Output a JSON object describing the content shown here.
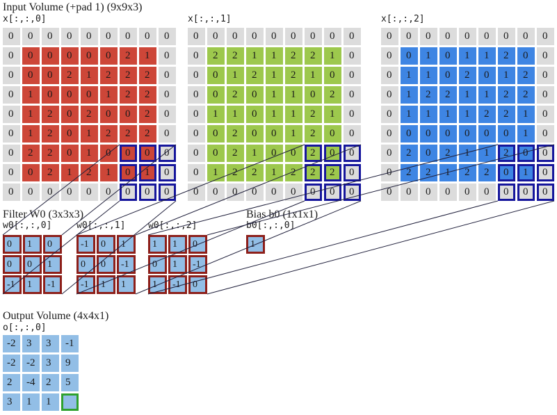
{
  "input": {
    "title": "Input Volume (+pad 1) (9x9x3)",
    "highlight": {
      "rows": [
        6,
        7,
        8
      ],
      "cols": [
        6,
        7,
        8
      ]
    },
    "channels": [
      {
        "label": "x[:,:,0]",
        "color": "#cd4638",
        "rows": [
          [
            0,
            0,
            0,
            0,
            0,
            0,
            0,
            0,
            0
          ],
          [
            0,
            0,
            0,
            0,
            0,
            0,
            2,
            1,
            0
          ],
          [
            0,
            0,
            0,
            2,
            1,
            2,
            2,
            2,
            0
          ],
          [
            0,
            1,
            0,
            0,
            0,
            1,
            2,
            2,
            0
          ],
          [
            0,
            1,
            2,
            0,
            2,
            0,
            0,
            2,
            0
          ],
          [
            0,
            1,
            2,
            0,
            1,
            2,
            2,
            2,
            0
          ],
          [
            0,
            2,
            2,
            0,
            1,
            0,
            0,
            0,
            0
          ],
          [
            0,
            0,
            2,
            1,
            2,
            1,
            0,
            1,
            0
          ],
          [
            0,
            0,
            0,
            0,
            0,
            0,
            0,
            0,
            0
          ]
        ]
      },
      {
        "label": "x[:,:,1]",
        "color": "#9dc84d",
        "rows": [
          [
            0,
            0,
            0,
            0,
            0,
            0,
            0,
            0,
            0
          ],
          [
            0,
            2,
            2,
            1,
            1,
            2,
            2,
            1,
            0
          ],
          [
            0,
            0,
            1,
            2,
            1,
            2,
            1,
            0,
            0
          ],
          [
            0,
            0,
            2,
            0,
            1,
            1,
            0,
            2,
            0
          ],
          [
            0,
            1,
            1,
            0,
            1,
            1,
            2,
            1,
            0
          ],
          [
            0,
            0,
            2,
            0,
            0,
            1,
            2,
            0,
            0
          ],
          [
            0,
            0,
            2,
            1,
            0,
            0,
            2,
            0,
            0
          ],
          [
            0,
            1,
            2,
            2,
            1,
            2,
            2,
            2,
            0
          ],
          [
            0,
            0,
            0,
            0,
            0,
            0,
            0,
            0,
            0
          ]
        ]
      },
      {
        "label": "x[:,:,2]",
        "color": "#3e85e3",
        "rows": [
          [
            0,
            0,
            0,
            0,
            0,
            0,
            0,
            0,
            0
          ],
          [
            0,
            0,
            1,
            0,
            1,
            1,
            2,
            0,
            0
          ],
          [
            0,
            1,
            1,
            0,
            2,
            0,
            1,
            2,
            0
          ],
          [
            0,
            1,
            2,
            2,
            1,
            1,
            2,
            2,
            0
          ],
          [
            0,
            1,
            1,
            1,
            1,
            2,
            2,
            1,
            0
          ],
          [
            0,
            0,
            0,
            0,
            0,
            0,
            0,
            1,
            0
          ],
          [
            0,
            2,
            0,
            2,
            1,
            1,
            2,
            0,
            0
          ],
          [
            0,
            2,
            2,
            1,
            2,
            2,
            0,
            1,
            0
          ],
          [
            0,
            0,
            0,
            0,
            0,
            0,
            0,
            0,
            0
          ]
        ]
      }
    ]
  },
  "filter": {
    "title": "Filter W0 (3x3x3)",
    "grids": [
      {
        "label": "w0[:,:,0]",
        "rows": [
          [
            0,
            1,
            0
          ],
          [
            0,
            0,
            1
          ],
          [
            -1,
            1,
            -1
          ]
        ]
      },
      {
        "label": "w0[:,:,1]",
        "rows": [
          [
            -1,
            0,
            1
          ],
          [
            0,
            0,
            -1
          ],
          [
            -1,
            1,
            1
          ]
        ]
      },
      {
        "label": "w0[:,:,2]",
        "rows": [
          [
            1,
            1,
            0
          ],
          [
            0,
            1,
            -1
          ],
          [
            1,
            -1,
            0
          ]
        ]
      }
    ]
  },
  "bias": {
    "title": "Bias b0 (1x1x1)",
    "label": "b0[:,:,0]",
    "value": "1"
  },
  "output": {
    "title": "Output Volume (4x4x1)",
    "label": "o[:,:,0]",
    "rows": [
      [
        "-2",
        "3",
        "3",
        "-1"
      ],
      [
        "-2",
        "-2",
        "3",
        "9"
      ],
      [
        "2",
        "-4",
        "2",
        "5"
      ],
      [
        "3",
        "1",
        "1",
        ""
      ]
    ],
    "active_cell": {
      "row": 3,
      "col": 3
    }
  },
  "colors": {
    "pad_bg": "#dcdcdc",
    "filter_bg": "#92bee6",
    "filter_border": "#8d1f1a",
    "highlight_border": "#16169c",
    "output_bg": "#92bee6",
    "output_active_border": "#2ea12e",
    "line": "#20203c",
    "text": "#1a1a1a"
  }
}
